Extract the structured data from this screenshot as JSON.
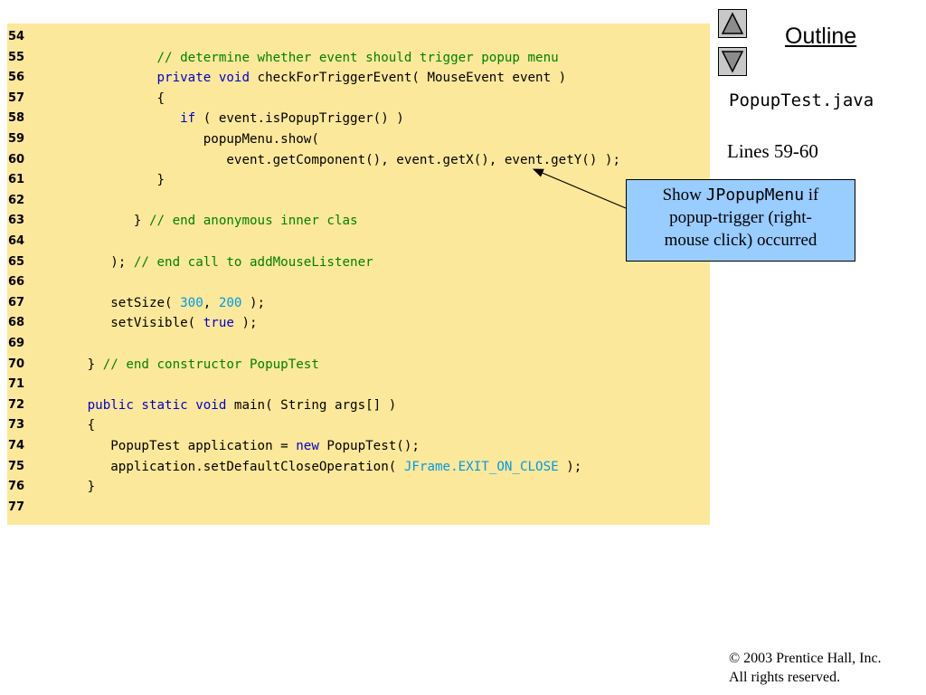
{
  "outline": {
    "title": "Outline",
    "up_icon": "up-triangle-icon",
    "down_icon": "down-triangle-icon"
  },
  "file_name": "PopupTest.java",
  "lines_ref": "Lines 59-60",
  "callout": {
    "prefix": "Show ",
    "code": "JPopupMenu",
    "suffix_1": " if",
    "line2": "popup-trigger (right-",
    "line3": "mouse click) occurred"
  },
  "copyright": {
    "symbol": "©",
    "line1": " 2003 Prentice Hall, Inc.",
    "line2": "All rights reserved."
  },
  "colors": {
    "code_background": "#fce89a",
    "keyword": "#0000cc",
    "comment": "#008000",
    "number": "#0099e6",
    "callout_background": "#99ccff"
  },
  "code_lines": [
    {
      "num": "54",
      "tokens": []
    },
    {
      "num": "55",
      "tokens": [
        {
          "t": "            ",
          "k": "plain"
        },
        {
          "t": "// determine whether event should trigger popup menu",
          "k": "comment"
        }
      ]
    },
    {
      "num": "56",
      "tokens": [
        {
          "t": "            ",
          "k": "plain"
        },
        {
          "t": "private",
          "k": "keyword"
        },
        {
          "t": " ",
          "k": "plain"
        },
        {
          "t": "void",
          "k": "keyword"
        },
        {
          "t": " checkForTriggerEvent( MouseEvent event )",
          "k": "plain"
        }
      ]
    },
    {
      "num": "57",
      "tokens": [
        {
          "t": "            {",
          "k": "plain"
        }
      ]
    },
    {
      "num": "58",
      "tokens": [
        {
          "t": "               ",
          "k": "plain"
        },
        {
          "t": "if",
          "k": "keyword"
        },
        {
          "t": " ( event.isPopupTrigger() )",
          "k": "plain"
        }
      ]
    },
    {
      "num": "59",
      "tokens": [
        {
          "t": "                  popupMenu.show(",
          "k": "plain"
        }
      ]
    },
    {
      "num": "60",
      "tokens": [
        {
          "t": "                     event.getComponent(), event.getX(), event.getY() );",
          "k": "plain"
        }
      ]
    },
    {
      "num": "61",
      "tokens": [
        {
          "t": "            }",
          "k": "plain"
        }
      ]
    },
    {
      "num": "62",
      "tokens": []
    },
    {
      "num": "63",
      "tokens": [
        {
          "t": "         } ",
          "k": "plain"
        },
        {
          "t": "// end anonymous inner clas",
          "k": "comment"
        }
      ]
    },
    {
      "num": "64",
      "tokens": []
    },
    {
      "num": "65",
      "tokens": [
        {
          "t": "      ); ",
          "k": "plain"
        },
        {
          "t": "// end call to addMouseListener",
          "k": "comment"
        }
      ]
    },
    {
      "num": "66",
      "tokens": []
    },
    {
      "num": "67",
      "tokens": [
        {
          "t": "      setSize( ",
          "k": "plain"
        },
        {
          "t": "300",
          "k": "number"
        },
        {
          "t": ", ",
          "k": "plain"
        },
        {
          "t": "200",
          "k": "number"
        },
        {
          "t": " );",
          "k": "plain"
        }
      ]
    },
    {
      "num": "68",
      "tokens": [
        {
          "t": "      setVisible( ",
          "k": "plain"
        },
        {
          "t": "true",
          "k": "keyword"
        },
        {
          "t": " );",
          "k": "plain"
        }
      ]
    },
    {
      "num": "69",
      "tokens": []
    },
    {
      "num": "70",
      "tokens": [
        {
          "t": "   } ",
          "k": "plain"
        },
        {
          "t": "// end constructor PopupTest",
          "k": "comment"
        }
      ]
    },
    {
      "num": "71",
      "tokens": []
    },
    {
      "num": "72",
      "tokens": [
        {
          "t": "   ",
          "k": "plain"
        },
        {
          "t": "public",
          "k": "keyword"
        },
        {
          "t": " ",
          "k": "plain"
        },
        {
          "t": "static",
          "k": "keyword"
        },
        {
          "t": " ",
          "k": "plain"
        },
        {
          "t": "void",
          "k": "keyword"
        },
        {
          "t": " main( String args[] )",
          "k": "plain"
        }
      ]
    },
    {
      "num": "73",
      "tokens": [
        {
          "t": "   {",
          "k": "plain"
        }
      ]
    },
    {
      "num": "74",
      "tokens": [
        {
          "t": "      PopupTest application = ",
          "k": "plain"
        },
        {
          "t": "new",
          "k": "keyword"
        },
        {
          "t": " PopupTest();",
          "k": "plain"
        }
      ]
    },
    {
      "num": "75",
      "tokens": [
        {
          "t": "      application.setDefaultCloseOperation( ",
          "k": "plain"
        },
        {
          "t": "JFrame.EXIT_ON_CLOSE",
          "k": "const"
        },
        {
          "t": " );",
          "k": "plain"
        }
      ]
    },
    {
      "num": "76",
      "tokens": [
        {
          "t": "   }",
          "k": "plain"
        }
      ]
    },
    {
      "num": "77",
      "tokens": []
    }
  ]
}
